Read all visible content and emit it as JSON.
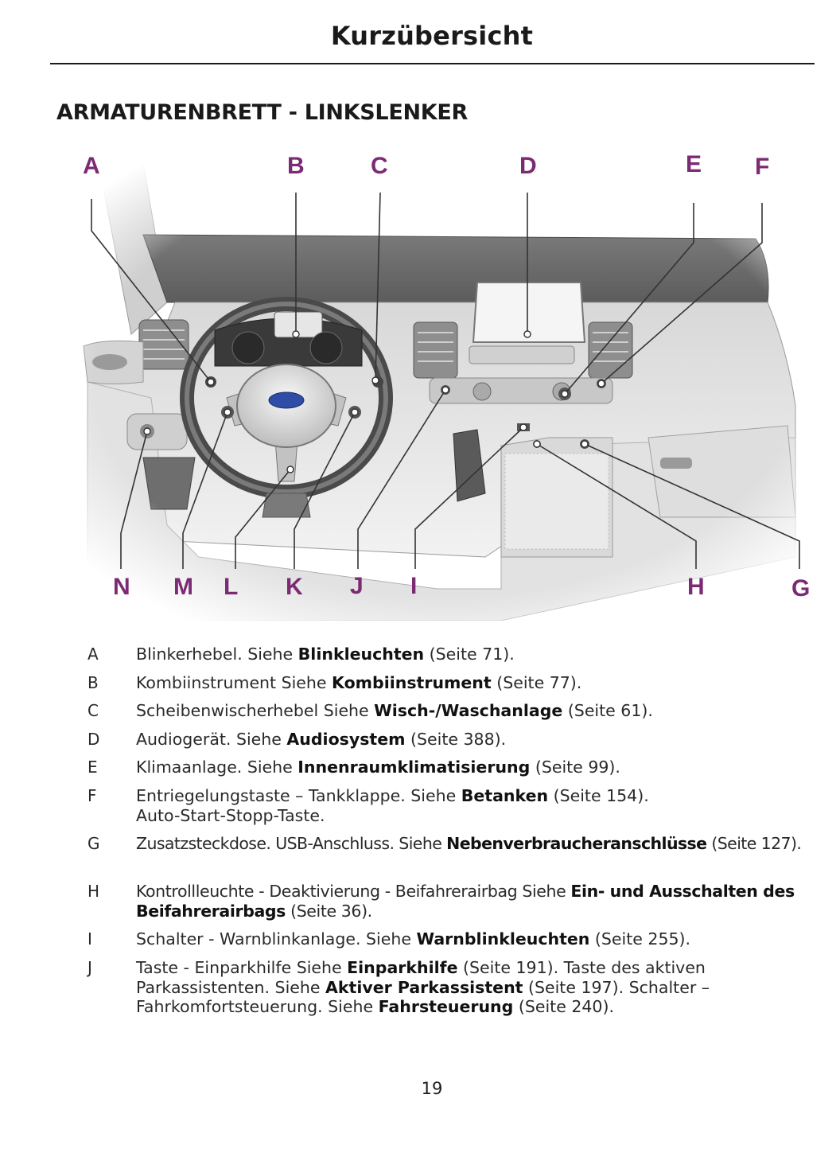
{
  "header": {
    "title": "Kurzübersicht"
  },
  "section": {
    "title": "ARMATURENBRETT - LINKSLENKER"
  },
  "figure": {
    "accent_color": "#7b2b73",
    "callouts_top": [
      "A",
      "B",
      "C",
      "D",
      "E",
      "F"
    ],
    "callouts_bottom": [
      "N",
      "M",
      "L",
      "K",
      "J",
      "I",
      "H",
      "G"
    ],
    "logo_color": "#2f4da6"
  },
  "legend": [
    {
      "key": "A",
      "parts": [
        {
          "t": "Blinkerhebel. Siehe "
        },
        {
          "b": "Blinkleuchten"
        },
        {
          "t": " (Seite 71)."
        }
      ]
    },
    {
      "key": "B",
      "parts": [
        {
          "t": "Kombiinstrument Siehe "
        },
        {
          "b": "Kombiinstrument"
        },
        {
          "t": " (Seite 77)."
        }
      ]
    },
    {
      "key": "C",
      "parts": [
        {
          "t": "Scheibenwischerhebel Siehe "
        },
        {
          "b": "Wisch-/Waschanlage"
        },
        {
          "t": " (Seite 61)."
        }
      ]
    },
    {
      "key": "D",
      "parts": [
        {
          "t": "Audiogerät. Siehe "
        },
        {
          "b": "Audiosystem"
        },
        {
          "t": " (Seite 388)."
        }
      ]
    },
    {
      "key": "E",
      "parts": [
        {
          "t": "Klimaanlage. Siehe "
        },
        {
          "b": "Innenraumklimatisierung"
        },
        {
          "t": " (Seite 99)."
        }
      ]
    },
    {
      "key": "F",
      "parts": [
        {
          "t": "Entriegelungstaste – Tankklappe. Siehe "
        },
        {
          "b": "Betanken"
        },
        {
          "t": " (Seite 154). Auto-Start-Stopp-Taste."
        }
      ]
    },
    {
      "key": "G",
      "parts": [
        {
          "t": "Zusatzsteckdose. USB-Anschluss. Siehe "
        },
        {
          "b": "Nebenverbraucheranschlüsse"
        },
        {
          "t": " (Seite 127)."
        }
      ]
    },
    {
      "key": "H",
      "parts": [
        {
          "t": "Kontrollleuchte - Deaktivierung - Beifahrerairbag Siehe "
        },
        {
          "b": "Ein- und Ausschalten des Beifahrerairbags"
        },
        {
          "t": " (Seite 36)."
        }
      ]
    },
    {
      "key": "I",
      "parts": [
        {
          "t": "Schalter - Warnblinkanlage. Siehe "
        },
        {
          "b": "Warnblinkleuchten"
        },
        {
          "t": " (Seite 255)."
        }
      ]
    },
    {
      "key": "J",
      "parts": [
        {
          "t": "Taste - Einparkhilfe Siehe "
        },
        {
          "b": "Einparkhilfe"
        },
        {
          "t": " (Seite 191). Taste des aktiven Parkassistenten. Siehe "
        },
        {
          "b": "Aktiver Parkassistent"
        },
        {
          "t": " (Seite 197). Schalter – Fahrkomfortsteuerung. Siehe "
        },
        {
          "b": "Fahrsteuerung"
        },
        {
          "t": " (Seite 240)."
        }
      ]
    }
  ],
  "footer": {
    "page_number": "19"
  }
}
